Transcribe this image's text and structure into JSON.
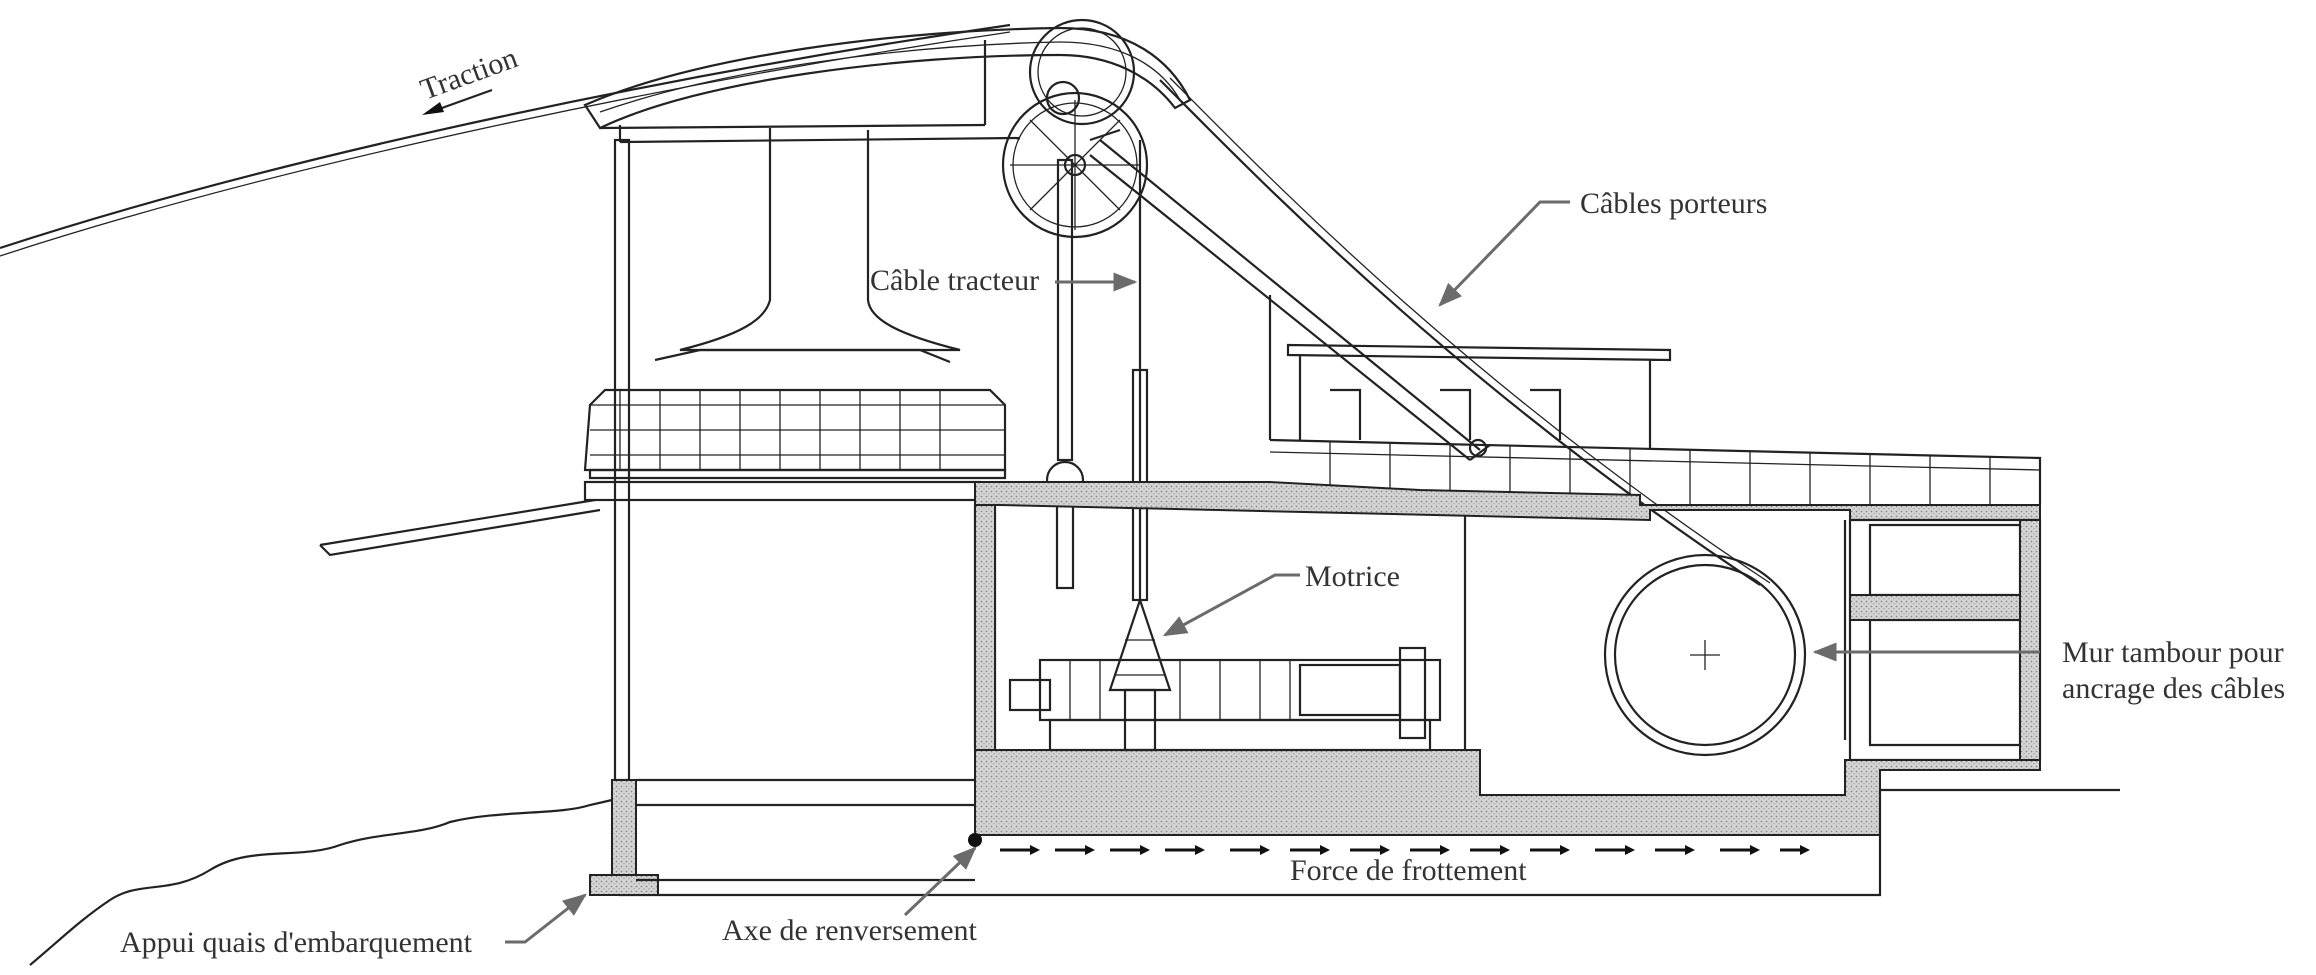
{
  "labels": {
    "traction": "Traction",
    "cables_porteurs": "Câbles porteurs",
    "cable_tracteur": "Câble tracteur",
    "motrice": "Motrice",
    "mur_tambour_line1": "Mur tambour pour",
    "mur_tambour_line2": "ancrage des câbles",
    "force_frottement": "Force de frottement",
    "axe_renversement": "Axe de renversement",
    "appui_quais": "Appui quais d'embarquement"
  }
}
